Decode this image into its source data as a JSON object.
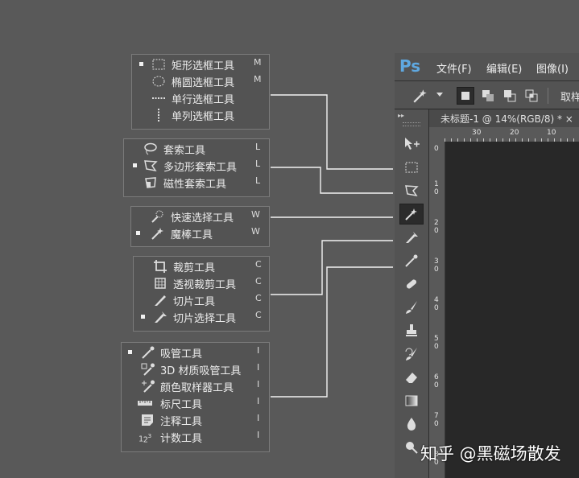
{
  "groups": [
    {
      "items": [
        {
          "label": "矩形选框工具",
          "key": "M",
          "selected": true,
          "icon": "rect-marquee-icon"
        },
        {
          "label": "椭圆选框工具",
          "key": "M",
          "selected": false,
          "icon": "ellipse-marquee-icon"
        },
        {
          "label": "单行选框工具",
          "key": "",
          "selected": false,
          "icon": "single-row-marquee-icon"
        },
        {
          "label": "单列选框工具",
          "key": "",
          "selected": false,
          "icon": "single-column-marquee-icon"
        }
      ]
    },
    {
      "items": [
        {
          "label": "套索工具",
          "key": "L",
          "selected": false,
          "icon": "lasso-icon"
        },
        {
          "label": "多边形套索工具",
          "key": "L",
          "selected": true,
          "icon": "polygonal-lasso-icon"
        },
        {
          "label": "磁性套索工具",
          "key": "L",
          "selected": false,
          "icon": "magnetic-lasso-icon"
        }
      ]
    },
    {
      "items": [
        {
          "label": "快速选择工具",
          "key": "W",
          "selected": false,
          "icon": "quick-selection-icon"
        },
        {
          "label": "魔棒工具",
          "key": "W",
          "selected": true,
          "icon": "magic-wand-icon"
        }
      ]
    },
    {
      "items": [
        {
          "label": "裁剪工具",
          "key": "C",
          "selected": false,
          "icon": "crop-icon"
        },
        {
          "label": "透视裁剪工具",
          "key": "C",
          "selected": false,
          "icon": "perspective-crop-icon"
        },
        {
          "label": "切片工具",
          "key": "C",
          "selected": false,
          "icon": "slice-icon"
        },
        {
          "label": "切片选择工具",
          "key": "C",
          "selected": true,
          "icon": "slice-select-icon"
        }
      ]
    },
    {
      "items": [
        {
          "label": "吸管工具",
          "key": "I",
          "selected": true,
          "icon": "eyedropper-icon"
        },
        {
          "label": "3D 材质吸管工具",
          "key": "I",
          "selected": false,
          "icon": "3d-material-eyedropper-icon"
        },
        {
          "label": "颜色取样器工具",
          "key": "I",
          "selected": false,
          "icon": "color-sampler-icon"
        },
        {
          "label": "标尺工具",
          "key": "I",
          "selected": false,
          "icon": "ruler-icon"
        },
        {
          "label": "注释工具",
          "key": "I",
          "selected": false,
          "icon": "note-icon"
        },
        {
          "label": "计数工具",
          "key": "I",
          "selected": false,
          "icon": "count-icon"
        }
      ]
    }
  ],
  "ps": {
    "logo": "Ps",
    "menus": [
      "文件(F)",
      "编辑(E)",
      "图像(I)"
    ],
    "options_text": "取样",
    "doc_tab": "未标题-1 @ 14%(RGB/8) * ×",
    "hruler_labels": [
      "30",
      "20",
      "10"
    ],
    "vruler_labels": [
      "0",
      "1\n0",
      "2\n0",
      "3\n0",
      "4\n0",
      "5\n0",
      "6\n0",
      "7\n0",
      "8\n0"
    ]
  },
  "watermark": "知乎 @黑磁场散发"
}
